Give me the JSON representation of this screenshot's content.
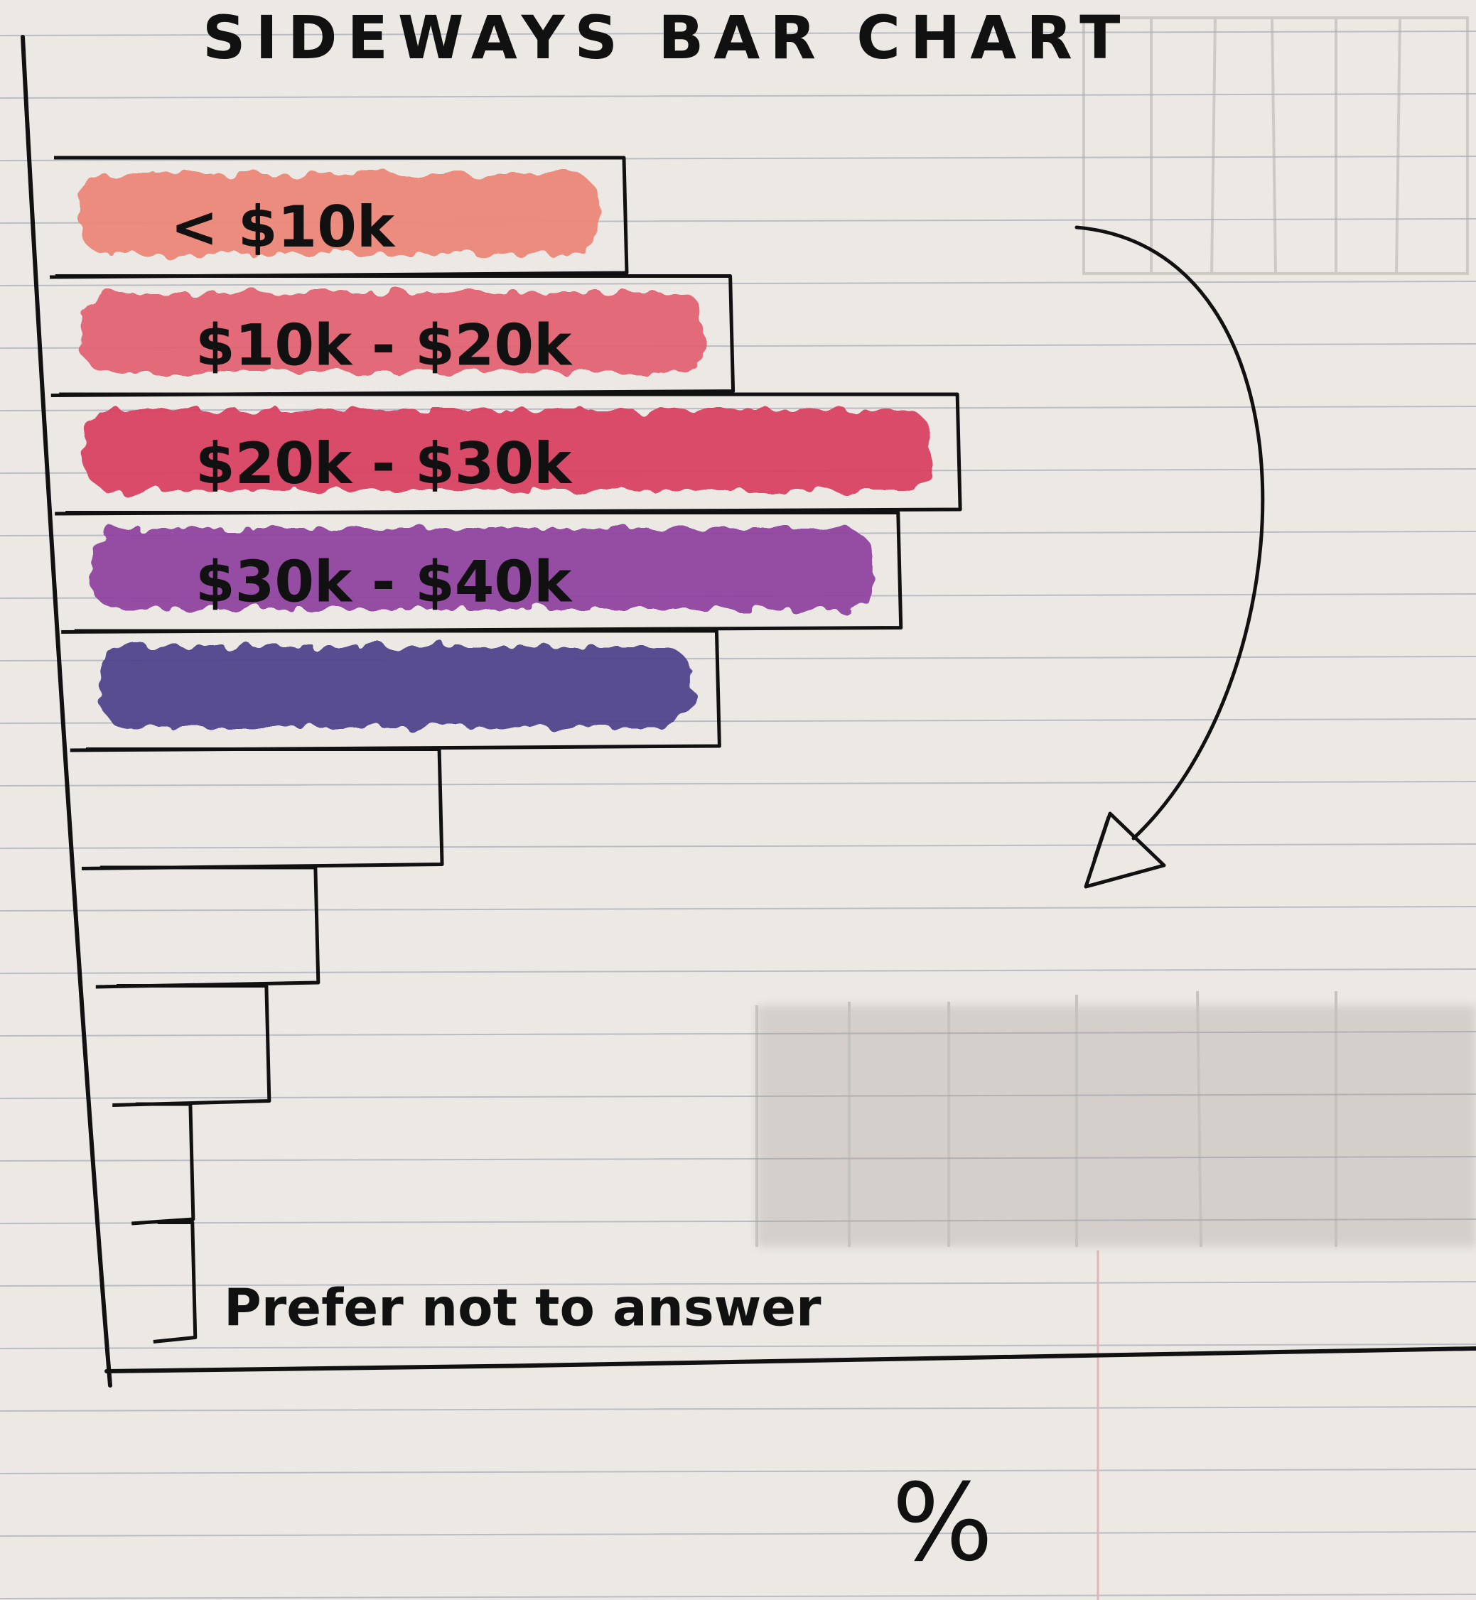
{
  "chart_data": {
    "type": "bar",
    "orientation": "horizontal",
    "title": "SIDEWAYS BAR CHART",
    "categories": [
      "< $10k",
      "$10k - $20k",
      "$20k - $30k",
      "$30k - $40k",
      "",
      "",
      "",
      "",
      "",
      "Prefer not to answer"
    ],
    "values": [
      855,
      1015,
      1355,
      1255,
      965,
      525,
      315,
      215,
      70,
      40
    ],
    "bar_colors": [
      "#ec8576",
      "#e26070",
      "#d93d5e",
      "#8e3f9f",
      "#4e3f8c",
      null,
      null,
      null,
      null,
      null
    ],
    "xlabel": "",
    "ylabel": "",
    "grid": false,
    "footer_mark": "%"
  },
  "colors": {
    "paper": "#ece9e4",
    "rule_line": "#b9bcc6",
    "ink": "#111111",
    "ghost_pencil": "#b5b1ae"
  }
}
